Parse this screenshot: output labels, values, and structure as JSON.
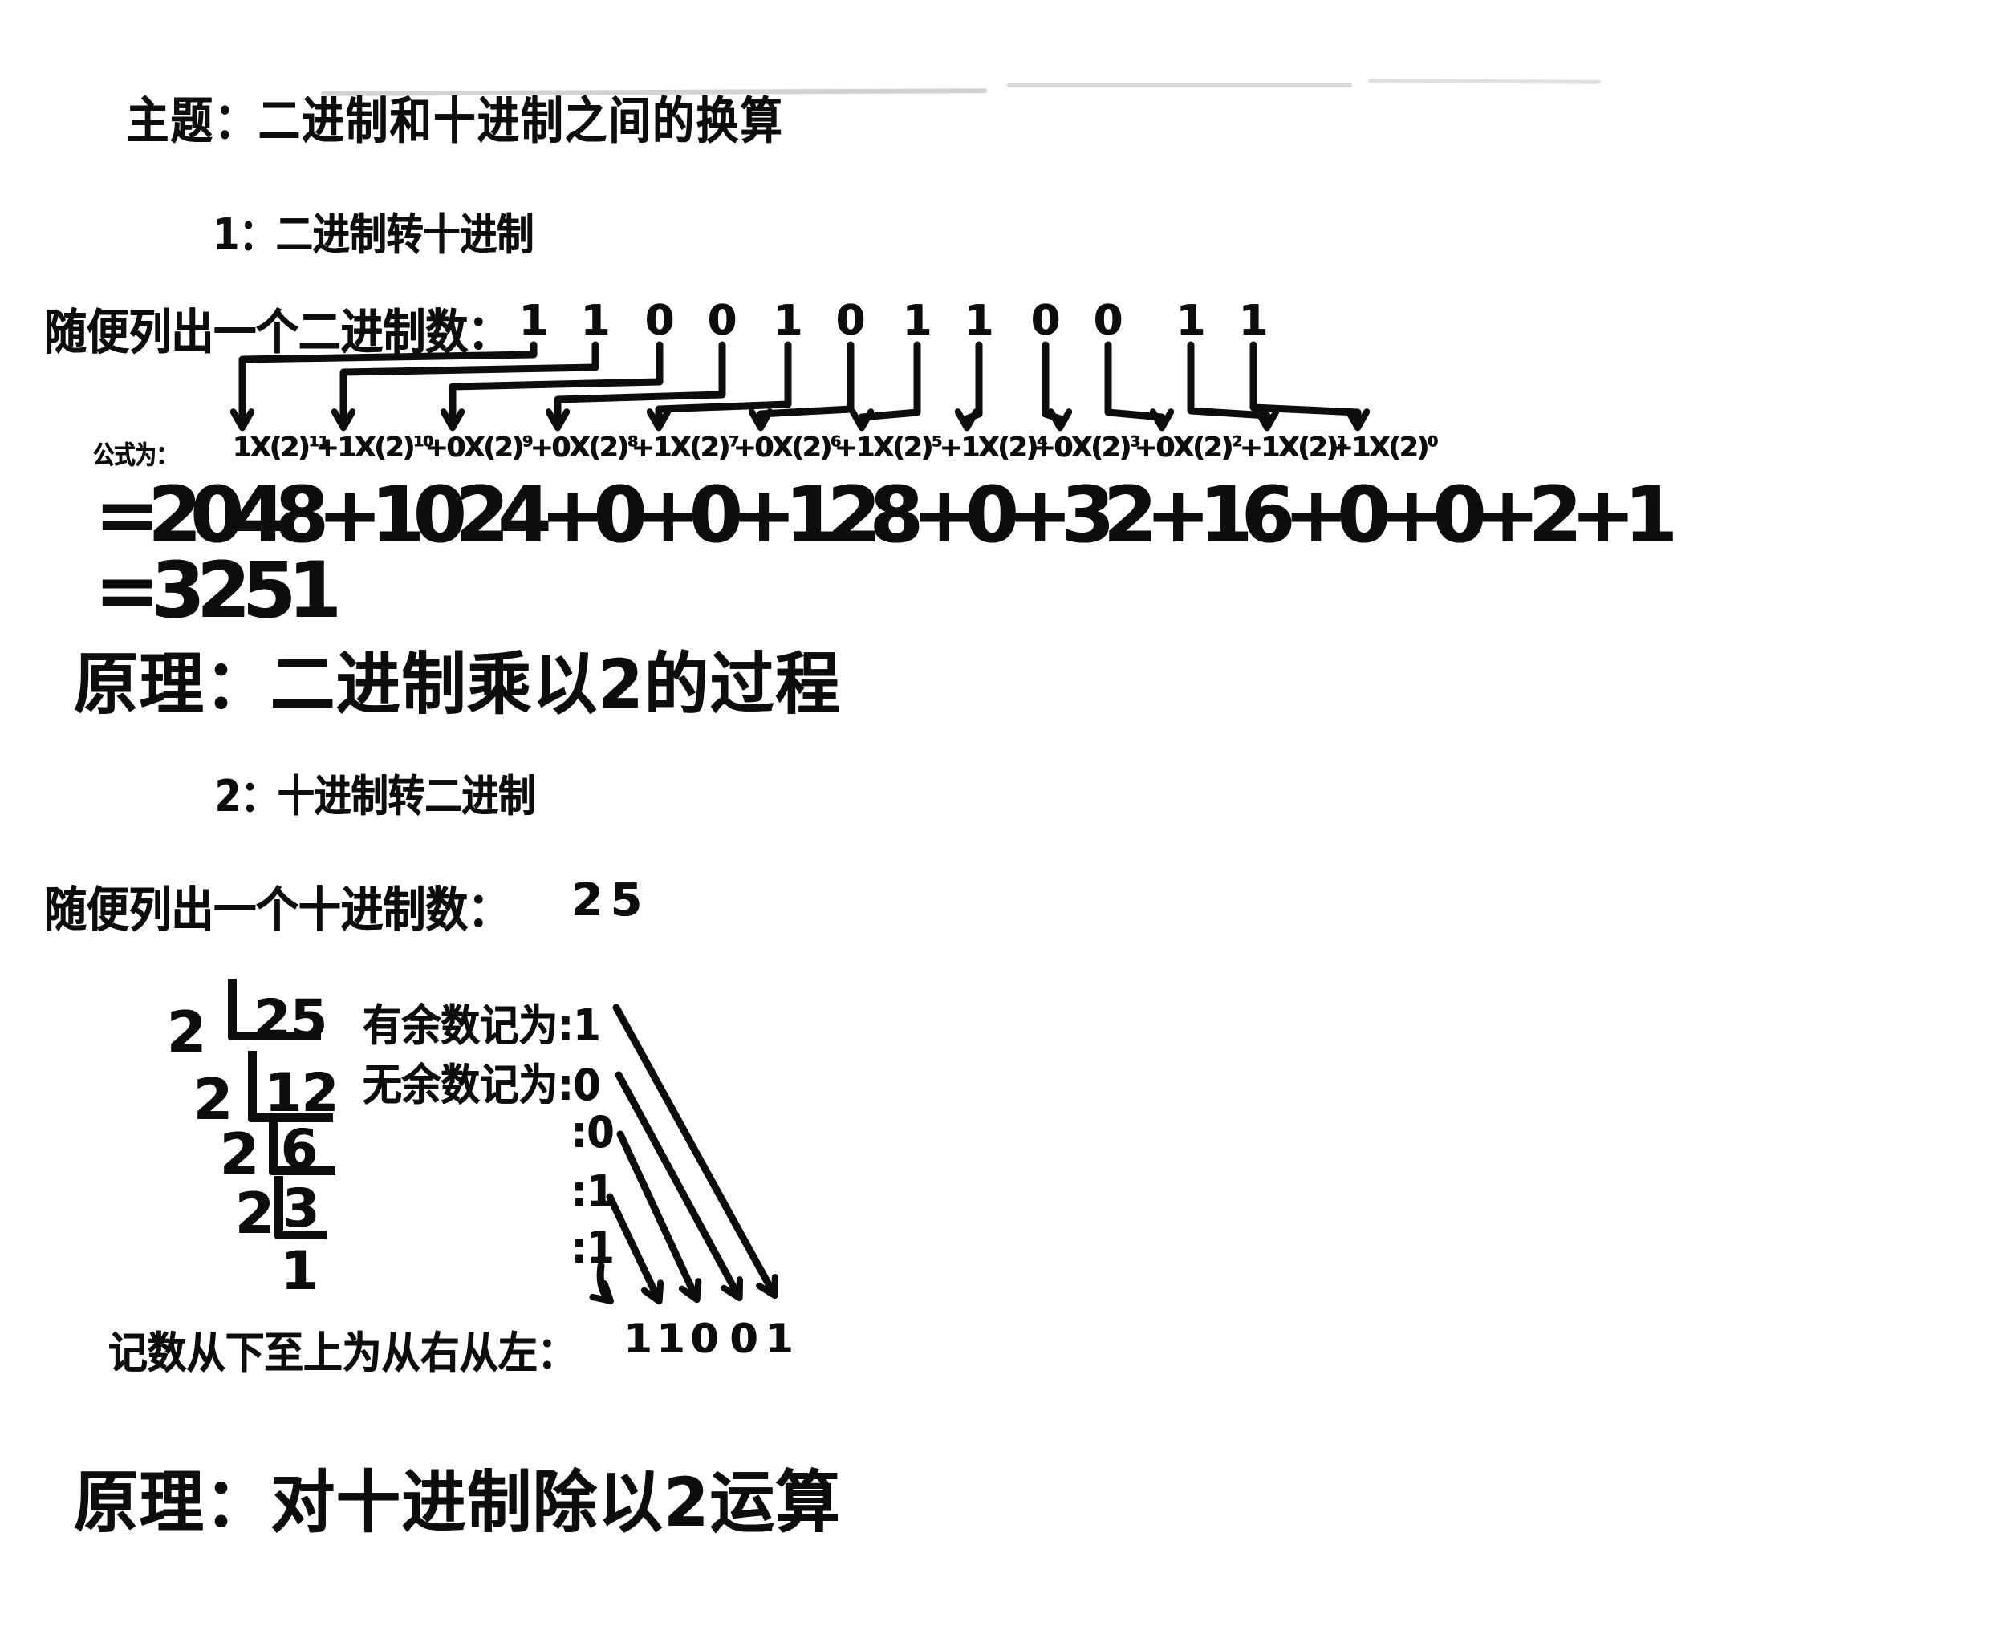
{
  "colors": {
    "ink": "#0d0d0d",
    "paper": "#ffffff",
    "streak": "#d2d2d2"
  },
  "title": "主题：二进制和十进制之间的换算",
  "section1": {
    "heading": "1：二进制转十进制",
    "binary_label": "随便列出一个二进制数：",
    "binary_digits": [
      "1",
      "1",
      "0",
      "0",
      "1",
      "0",
      "1",
      "1",
      "0",
      "0",
      "1",
      "1"
    ],
    "formula_label": "公式为：",
    "formula_terms": [
      {
        "coef": "1",
        "exp": "11"
      },
      {
        "coef": "1",
        "exp": "10"
      },
      {
        "coef": "0",
        "exp": "9"
      },
      {
        "coef": "0",
        "exp": "8"
      },
      {
        "coef": "1",
        "exp": "7"
      },
      {
        "coef": "0",
        "exp": "6"
      },
      {
        "coef": "1",
        "exp": "5"
      },
      {
        "coef": "1",
        "exp": "4"
      },
      {
        "coef": "0",
        "exp": "3"
      },
      {
        "coef": "0",
        "exp": "2"
      },
      {
        "coef": "1",
        "exp": "1"
      },
      {
        "coef": "1",
        "exp": "0"
      }
    ],
    "sum_line": "=2048+1024+0+0+128+0+32+16+0+0+2+1",
    "result_line": "=3251",
    "principle": "原理：二进制乘以2的过程"
  },
  "section2": {
    "heading": "2：十进制转二进制",
    "decimal_label": "随便列出一个十进制数：",
    "decimal_value": "25",
    "division_rows": [
      {
        "divisor": "2",
        "dividend": "25",
        "remainder_label": "有余数记为:1"
      },
      {
        "divisor": "2",
        "dividend": "12",
        "remainder_label": "无余数记为:0"
      },
      {
        "divisor": "2",
        "dividend": "6",
        "remainder_label": ":0"
      },
      {
        "divisor": "2",
        "dividend": "3",
        "remainder_label": ":1"
      },
      {
        "divisor": "",
        "dividend": "1",
        "remainder_label": ":1"
      }
    ],
    "result_label": "记数从下至上为从右从左：",
    "result_digits": [
      "1",
      "1",
      "0",
      "0",
      "1"
    ],
    "principle": "原理：对十进制除以2运算"
  }
}
